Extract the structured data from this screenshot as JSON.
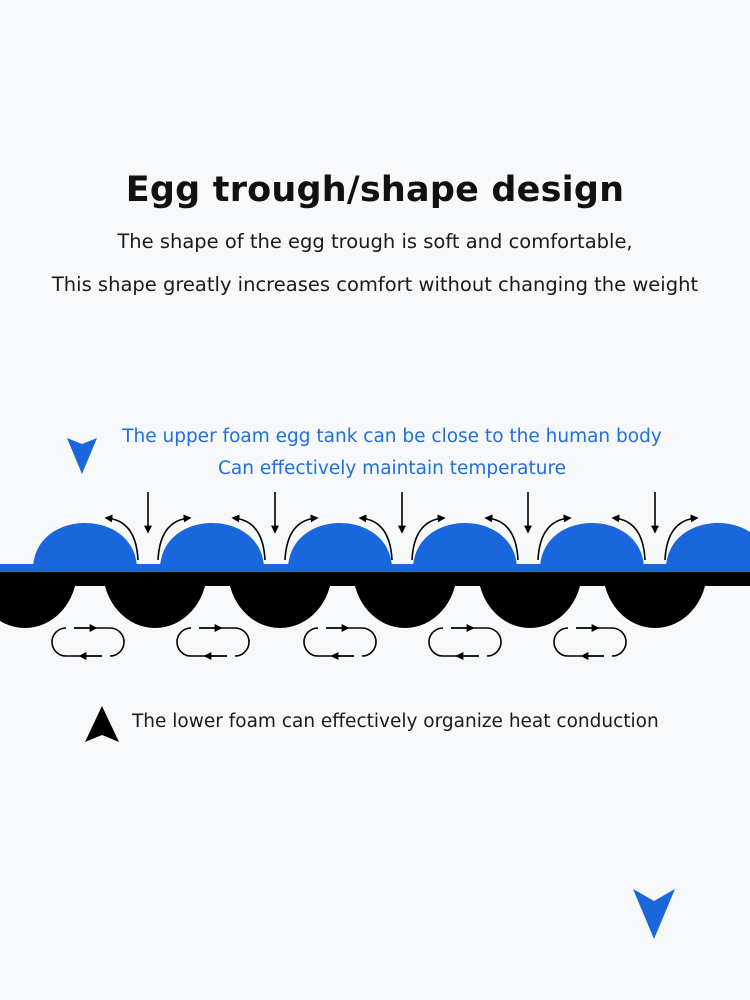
{
  "heading": {
    "title": "Egg trough/shape design",
    "line1": "The shape of the egg trough is soft and comfortable,",
    "line2": "This shape greatly increases comfort without changing the weight"
  },
  "upper": {
    "line1": "The upper foam egg tank can be close to the human body",
    "line2": "Can effectively maintain temperature",
    "marker_icon": "blue-down-triangle-icon"
  },
  "lower": {
    "text": "The lower foam can effectively organize heat conduction",
    "marker_icon": "black-up-arrowhead-icon"
  },
  "colors": {
    "accent_blue": "#1f6fe0",
    "foam_blue": "#1a66dd",
    "foam_black": "#000000",
    "background": "#f7f8f9"
  },
  "decor": {
    "corner_icon": "blue-chevron-down-icon"
  }
}
